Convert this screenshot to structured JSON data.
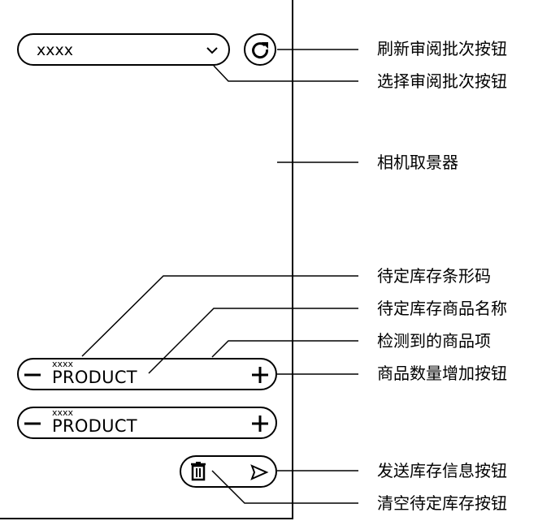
{
  "screen": {
    "batch_select": {
      "value": "xxxx"
    },
    "product_items": [
      {
        "code": "xxxx",
        "name": "PRODUCT"
      },
      {
        "code": "xxxx",
        "name": "PRODUCT"
      }
    ]
  },
  "annotations": {
    "refresh_batch_button": "刷新审阅批次按钮",
    "select_batch_button": "选择审阅批次按钮",
    "camera_viewfinder": "相机取景器",
    "pending_barcode": "待定库存条形码",
    "pending_product_name": "待定库存商品名称",
    "detected_product_item": "检测到的商品项",
    "quantity_increase_button": "商品数量增加按钮",
    "send_inventory_button": "发送库存信息按钮",
    "clear_pending_button": "清空待定库存按钮"
  },
  "icons": [
    "chevron-down-icon",
    "refresh-icon",
    "minus-icon",
    "plus-icon",
    "trash-icon",
    "send-icon"
  ]
}
